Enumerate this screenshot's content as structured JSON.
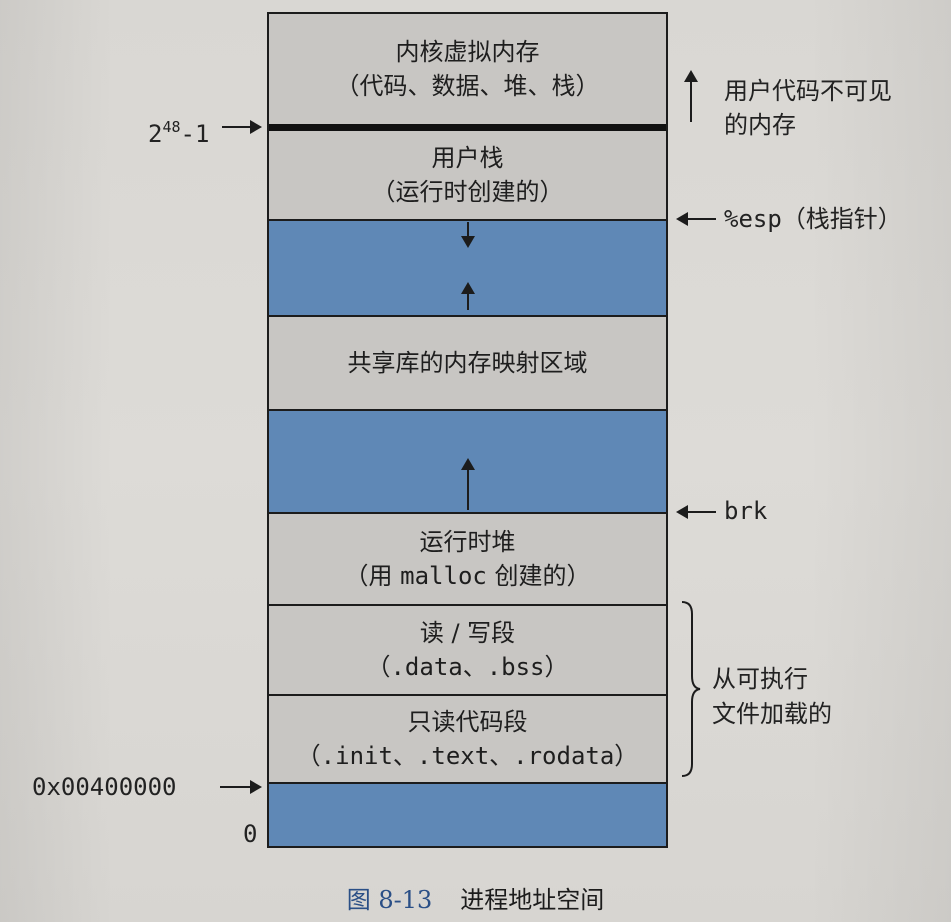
{
  "segments": {
    "kernel_line1": "内核虚拟内存",
    "kernel_line2": "（代码、数据、堆、栈）",
    "user_stack_line1": "用户栈",
    "user_stack_line2": "（运行时创建的）",
    "shared_lib": "共享库的内存映射区域",
    "heap_line1": "运行时堆",
    "heap_line2_pre": "（用 ",
    "heap_line2_code": "malloc",
    "heap_line2_post": " 创建的）",
    "rw_line1": "读 / 写段",
    "rw_line2": "（.data、.bss）",
    "ro_line1": "只读代码段",
    "ro_line2": "（.init、.text、.rodata）"
  },
  "labels": {
    "addr_top_base": "2",
    "addr_top_exp": "48",
    "addr_top_suffix": "-1",
    "invisible_line1": "用户代码不可见",
    "invisible_line2": "的内存",
    "esp_code": "%esp",
    "esp_text": "（栈指针）",
    "brk": "brk",
    "loaded_line1": "从可执行",
    "loaded_line2": "文件加载的",
    "addr_start": "0x00400000",
    "addr_zero": "0"
  },
  "caption": {
    "number": "图 8-13",
    "title": "进程地址空间"
  },
  "colors": {
    "gray_region": "#c8c6c3",
    "blue_region": "#5f88b6",
    "caption_blue": "#2a4f86"
  }
}
